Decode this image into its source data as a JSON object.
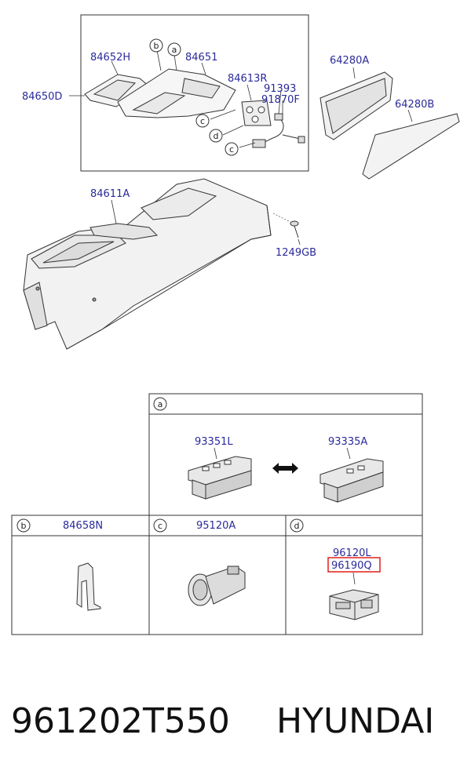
{
  "callouts": {
    "p84652H": "84652H",
    "p84651": "84651",
    "p84650D": "84650D",
    "p84613R": "84613R",
    "p91393": "91393",
    "p91870F": "91870F",
    "p64280A": "64280A",
    "p64280B": "64280B",
    "p84611A": "84611A",
    "p1249GB": "1249GB",
    "p93351L": "93351L",
    "p93335A": "93335A",
    "p84658N": "84658N",
    "p95120A": "95120A",
    "p96120L": "96120L",
    "p96190Q": "96190Q"
  },
  "markers": {
    "a": "a",
    "b": "b",
    "c": "c",
    "d": "d"
  },
  "highlight_color": "#e0201a",
  "label_color": "#2a2a9a",
  "footer": {
    "part_number": "961202T550",
    "brand": "HYUNDAI"
  }
}
